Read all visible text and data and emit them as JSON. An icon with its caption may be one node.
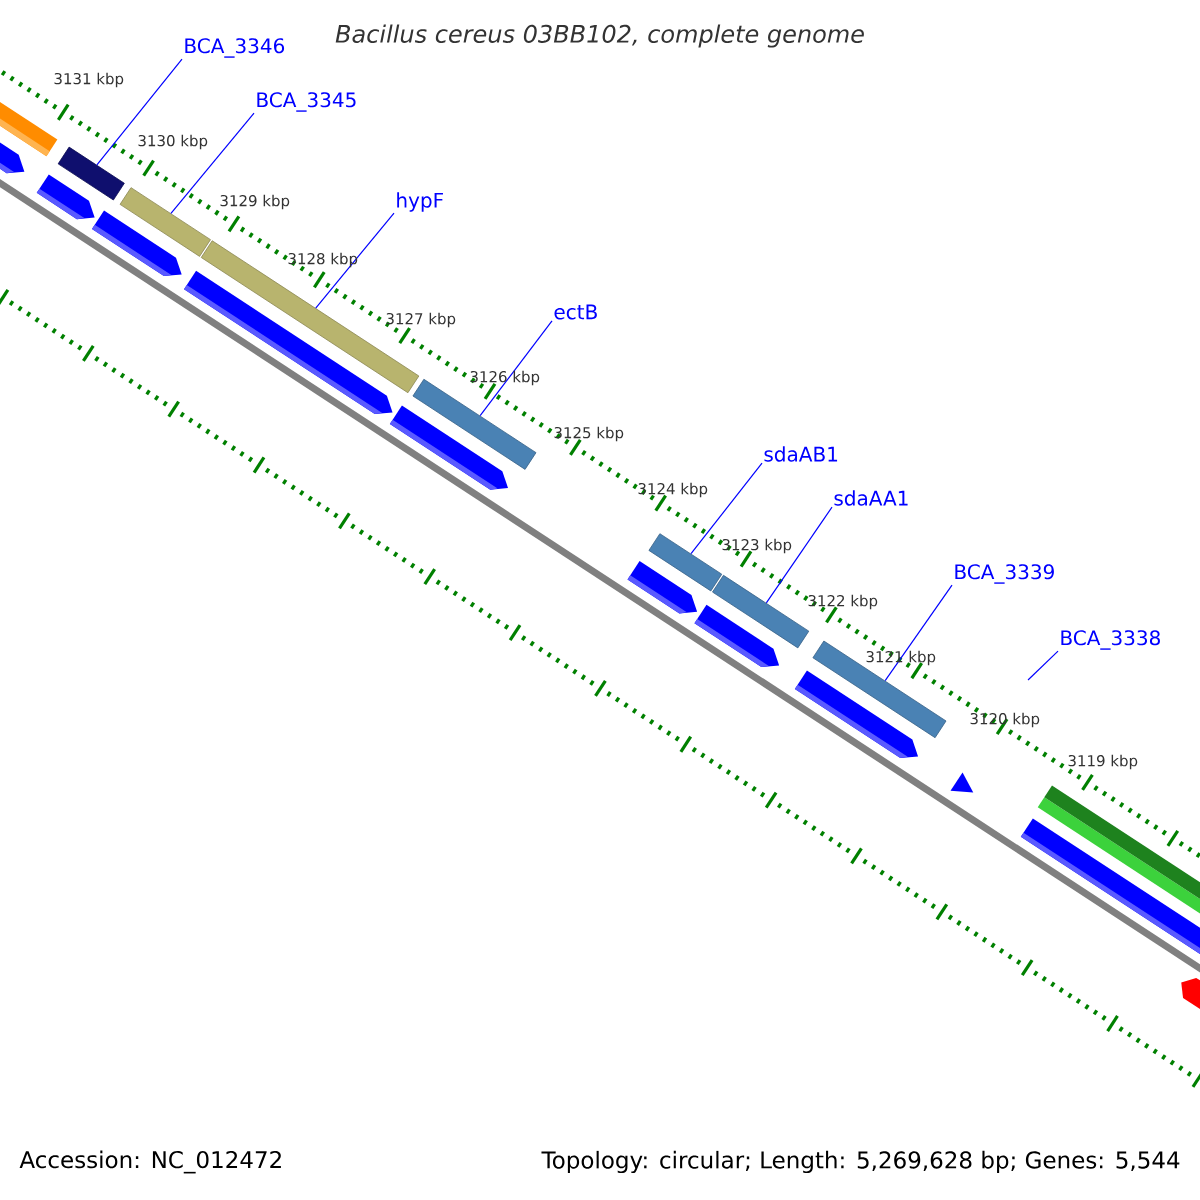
{
  "diagram": {
    "title": "Bacillus cereus 03BB102, complete genome",
    "nodes": [
      {
        "text": [
          "BCA_3346"
        ]
      },
      {
        "text": [],
        "shape": "bar"
      },
      {
        "text": [
          "BCA_3345"
        ]
      },
      {
        "text": [],
        "shape": "bar"
      },
      {
        "text": [
          "hypF"
        ]
      },
      {
        "text": [],
        "shape": "bar"
      },
      {
        "text": [
          "ectB"
        ]
      },
      {
        "text": [],
        "shape": "bar"
      },
      {
        "text": [
          "sdaAB1"
        ]
      },
      {
        "text": [],
        "shape": "bar"
      },
      {
        "text": [
          "sdaAA1"
        ]
      },
      {
        "text": [],
        "shape": "bar"
      },
      {
        "text": [
          "BCA_3339"
        ]
      },
      {
        "text": [],
        "shape": "bar"
      },
      {
        "text": [
          "BCA_3338"
        ]
      }
    ],
    "edges": [
      {
        "from": 0,
        "to": 1,
        "arrow": "none"
      },
      {
        "from": 2,
        "to": 3,
        "arrow": "none"
      },
      {
        "from": 4,
        "to": 5,
        "arrow": "none"
      },
      {
        "from": 6,
        "to": 7,
        "arrow": "none"
      },
      {
        "from": 8,
        "to": 9,
        "arrow": "none"
      },
      {
        "from": 10,
        "to": 11,
        "arrow": "none"
      },
      {
        "from": 12,
        "to": 13,
        "arrow": "none"
      },
      {
        "from": 14,
        "to": null,
        "arrow": "none"
      }
    ],
    "labels": [
      "3131 kbp",
      "3130 kbp",
      "3129 kbp",
      "3128 kbp",
      "3127 kbp",
      "3126 kbp",
      "3125 kbp",
      "3124 kbp",
      "3123 kbp",
      "3122 kbp",
      "3121 kbp",
      "3120 kbp",
      "3119 kbp",
      "Accession: NC_012472",
      "Topology: circular; Length: 5,269,628 bp; Genes: 5,544"
    ]
  }
}
